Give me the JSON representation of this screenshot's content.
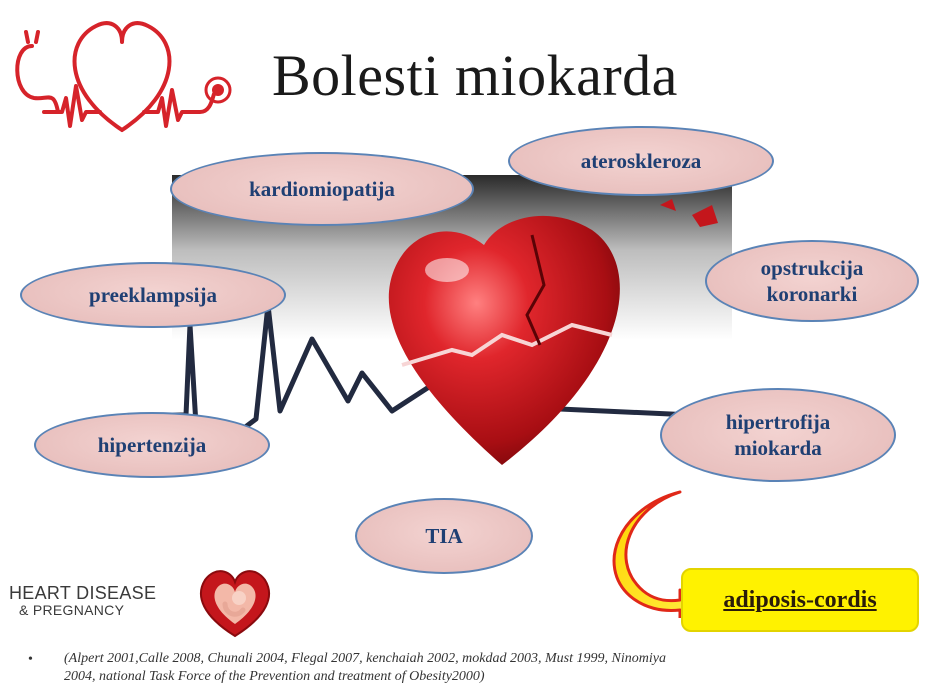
{
  "title": "Bolesti miokarda",
  "topics": {
    "kardiomiopatija": "kardiomiopatija",
    "ateroskleroza": "ateroskleroza",
    "preeklampsija": "preeklampsija",
    "opstrukcija_line1": "opstrukcija",
    "opstrukcija_line2": "koronarki",
    "hipertenzija": "hipertenzija",
    "hipertrofija_line1": "hipertrofija",
    "hipertrofija_line2": "miokarda",
    "tia": "TIA"
  },
  "highlight": "adiposis-cordis",
  "logo_bottom": {
    "line1": "HEART DISEASE",
    "line2": "& PREGNANCY"
  },
  "references": {
    "bullet": "•",
    "line1": "(Alpert 2001,Calle 2008, Chunali 2004, Flegal 2007, kenchaiah 2002, mokdad 2003, Must 1999, Ninomiya",
    "line2": "2004, national Task Force of the Prevention and treatment of Obesity2000)"
  },
  "colors": {
    "ellipse_fill": "#e9c1bf",
    "ellipse_border": "#5a83b6",
    "ellipse_text": "#1f3f73",
    "highlight_fill": "#fff200",
    "heart_red": "#c4161c"
  }
}
